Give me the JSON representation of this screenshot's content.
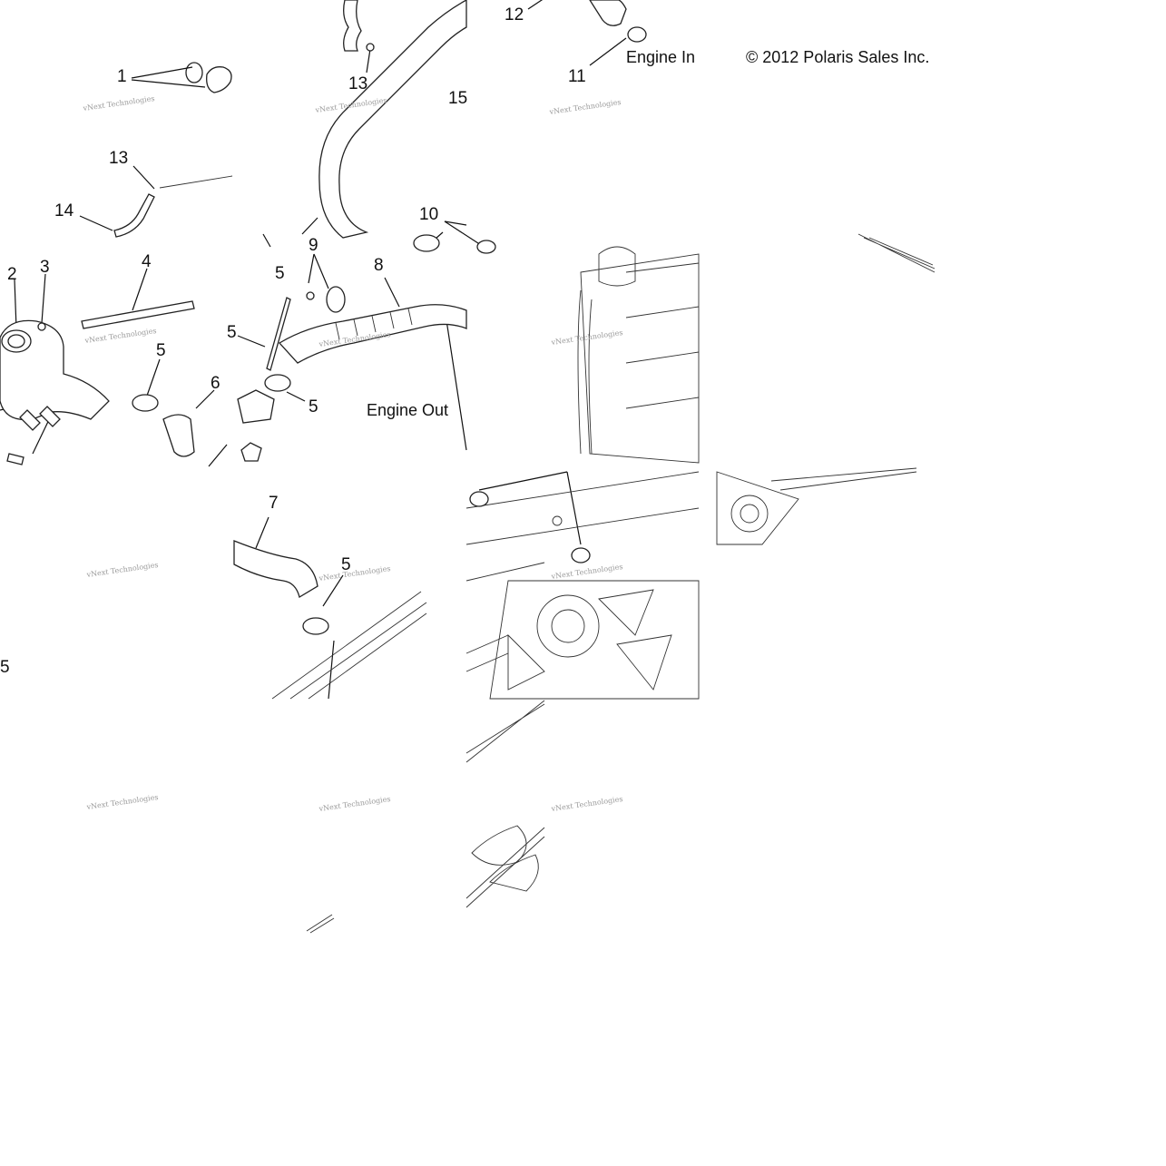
{
  "copyright": "© 2012 Polaris Sales Inc.",
  "annotations": {
    "engine_in": "Engine In",
    "engine_out": "Engine Out"
  },
  "watermark": "vNext Technologies",
  "callouts": {
    "c1": "1",
    "c2": "2",
    "c3": "3",
    "c4": "4",
    "c5a": "5",
    "c5b": "5",
    "c5c": "5",
    "c5d": "5",
    "c5e": "5",
    "c5f": "5",
    "c6": "6",
    "c7": "7",
    "c8": "8",
    "c9": "9",
    "c10": "10",
    "c11": "11",
    "c12": "12",
    "c13a": "13",
    "c13b": "13",
    "c14": "14",
    "c15": "15"
  }
}
